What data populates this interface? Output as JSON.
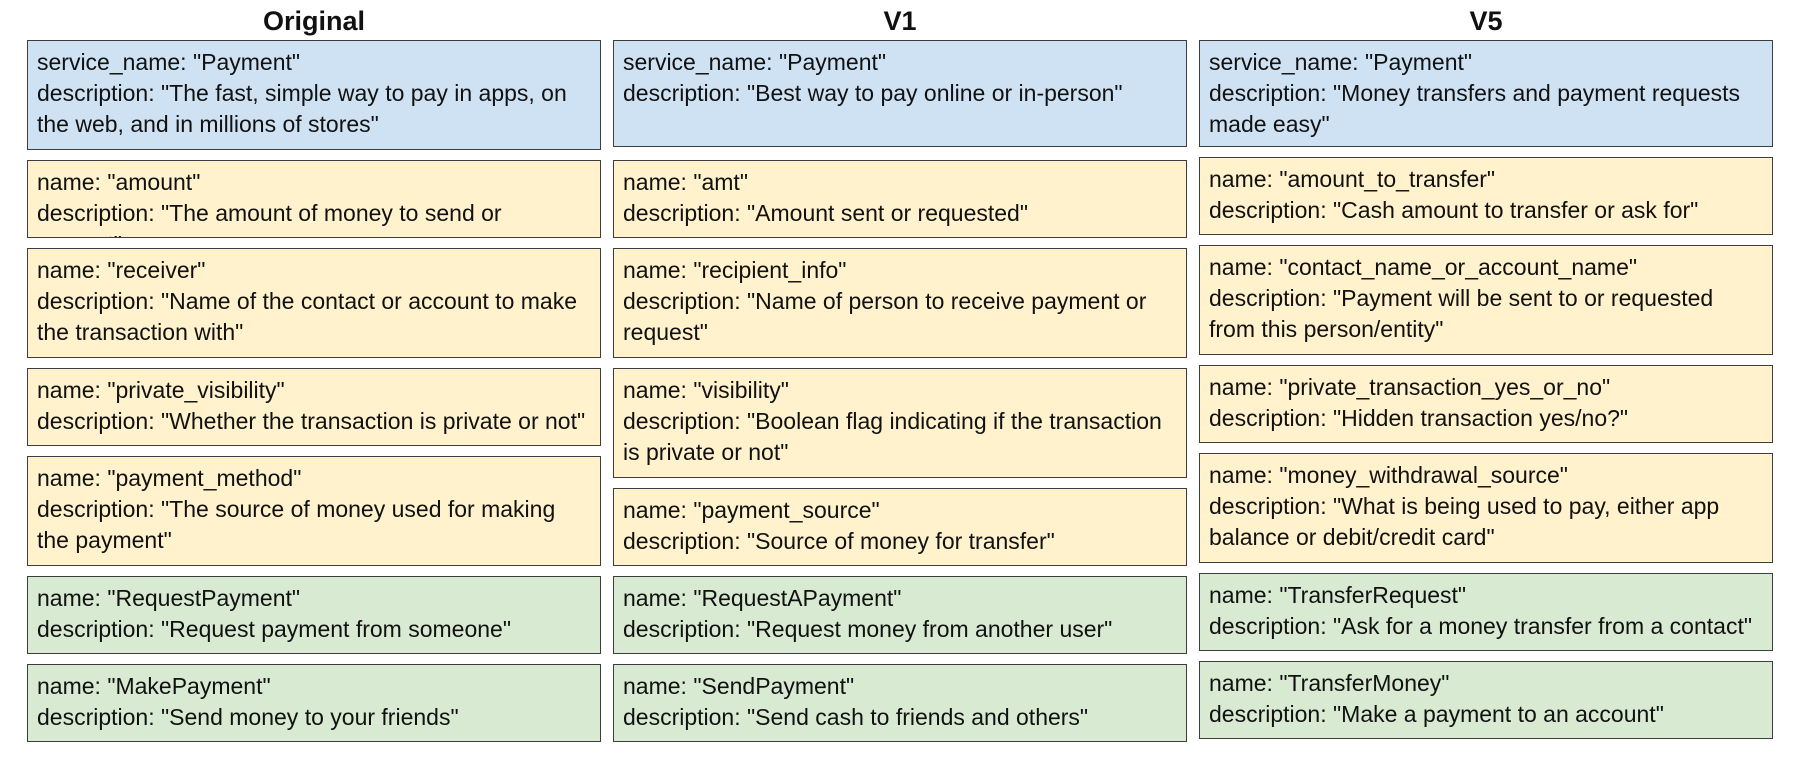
{
  "colors": {
    "service_box": "#cfe2f3",
    "parameter_box": "#fff2cc",
    "intent_box": "#d9ead3",
    "border": "#3d3d3d"
  },
  "columns": [
    {
      "title": "Original",
      "boxes": [
        {
          "kind": "service",
          "line1": "service_name: \"Payment\"",
          "line2": "description: \"The fast, simple way to pay in apps, on the web, and in millions of stores\""
        },
        {
          "kind": "param",
          "line1": "name: \"amount\"",
          "line2": "description: \"The amount of money to send or request\""
        },
        {
          "kind": "param",
          "line1": "name: \"receiver\"",
          "line2": "description: \"Name of the contact or account to make the transaction with\""
        },
        {
          "kind": "param",
          "line1": "name: \"private_visibility\"",
          "line2": "description: \"Whether the transaction is private or not\""
        },
        {
          "kind": "param",
          "line1": "name: \"payment_method\"",
          "line2": "description: \"The source of money used for making the payment\""
        },
        {
          "kind": "intent",
          "line1": "name: \"RequestPayment\"",
          "line2": "description: \"Request payment from someone\""
        },
        {
          "kind": "intent",
          "line1": "name: \"MakePayment\"",
          "line2": "description: \"Send money to your friends\""
        }
      ]
    },
    {
      "title": "V1",
      "boxes": [
        {
          "kind": "service",
          "line1": "service_name: \"Payment\"",
          "line2": "description: \"Best way to pay online or in-person\""
        },
        {
          "kind": "param",
          "line1": "name: \"amt\"",
          "line2": "description: \"Amount sent or requested\""
        },
        {
          "kind": "param",
          "line1": "name: \"recipient_info\"",
          "line2": "description: \"Name of person to receive payment or request\""
        },
        {
          "kind": "param",
          "line1": "name: \"visibility\"",
          "line2": "description: \"Boolean flag indicating if the transaction is private or not\""
        },
        {
          "kind": "param",
          "line1": "name: \"payment_source\"",
          "line2": "description: \"Source of money for transfer\""
        },
        {
          "kind": "intent",
          "line1": "name: \"RequestAPayment\"",
          "line2": "description: \"Request money from another user\""
        },
        {
          "kind": "intent",
          "line1": "name: \"SendPayment\"",
          "line2": "description: \"Send cash to friends and others\""
        }
      ]
    },
    {
      "title": "V5",
      "boxes": [
        {
          "kind": "service",
          "line1": "service_name: \"Payment\"",
          "line2": "description: \"Money transfers and payment requests made easy\""
        },
        {
          "kind": "param",
          "line1": "name: \"amount_to_transfer\"",
          "line2": "description: \"Cash amount to transfer or ask for\""
        },
        {
          "kind": "param",
          "line1": "name: \"contact_name_or_account_name\"",
          "line2": "description: \"Payment will be sent to or requested from this person/entity\""
        },
        {
          "kind": "param",
          "line1": "name: \"private_transaction_yes_or_no\"",
          "line2": "description: \"Hidden transaction yes/no?\""
        },
        {
          "kind": "param",
          "line1": "name: \"money_withdrawal_source\"",
          "line2": "description: \"What is being used to pay, either app balance or debit/credit card\""
        },
        {
          "kind": "intent",
          "line1": "name: \"TransferRequest\"",
          "line2": "description: \"Ask for a money transfer from a contact\""
        },
        {
          "kind": "intent",
          "line1": "name: \"TransferMoney\"",
          "line2": "description: \"Make a payment to an account\""
        }
      ]
    }
  ]
}
